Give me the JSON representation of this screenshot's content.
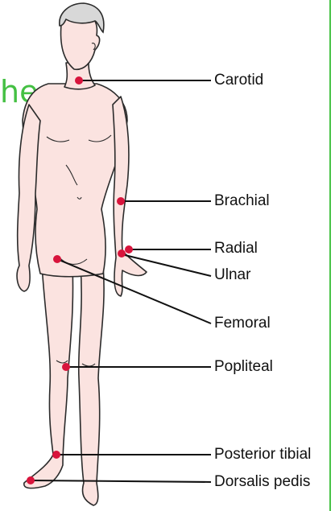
{
  "header_fragment": "he",
  "labels": {
    "carotid": "Carotid",
    "brachial": "Brachial",
    "radial": "Radial",
    "ulnar": "Ulnar",
    "femoral": "Femoral",
    "popliteal": "Popliteal",
    "posterior_tibial": "Posterior tibial",
    "dorsalis_pedis": "Dorsalis pedis"
  },
  "colors": {
    "skin": "#fbe3e0",
    "outline": "#2b2b2b",
    "hair": "#d8d8d8",
    "pulse_dot": "#d8143c",
    "leader_line": "#111111",
    "accent_green": "#44c043"
  }
}
